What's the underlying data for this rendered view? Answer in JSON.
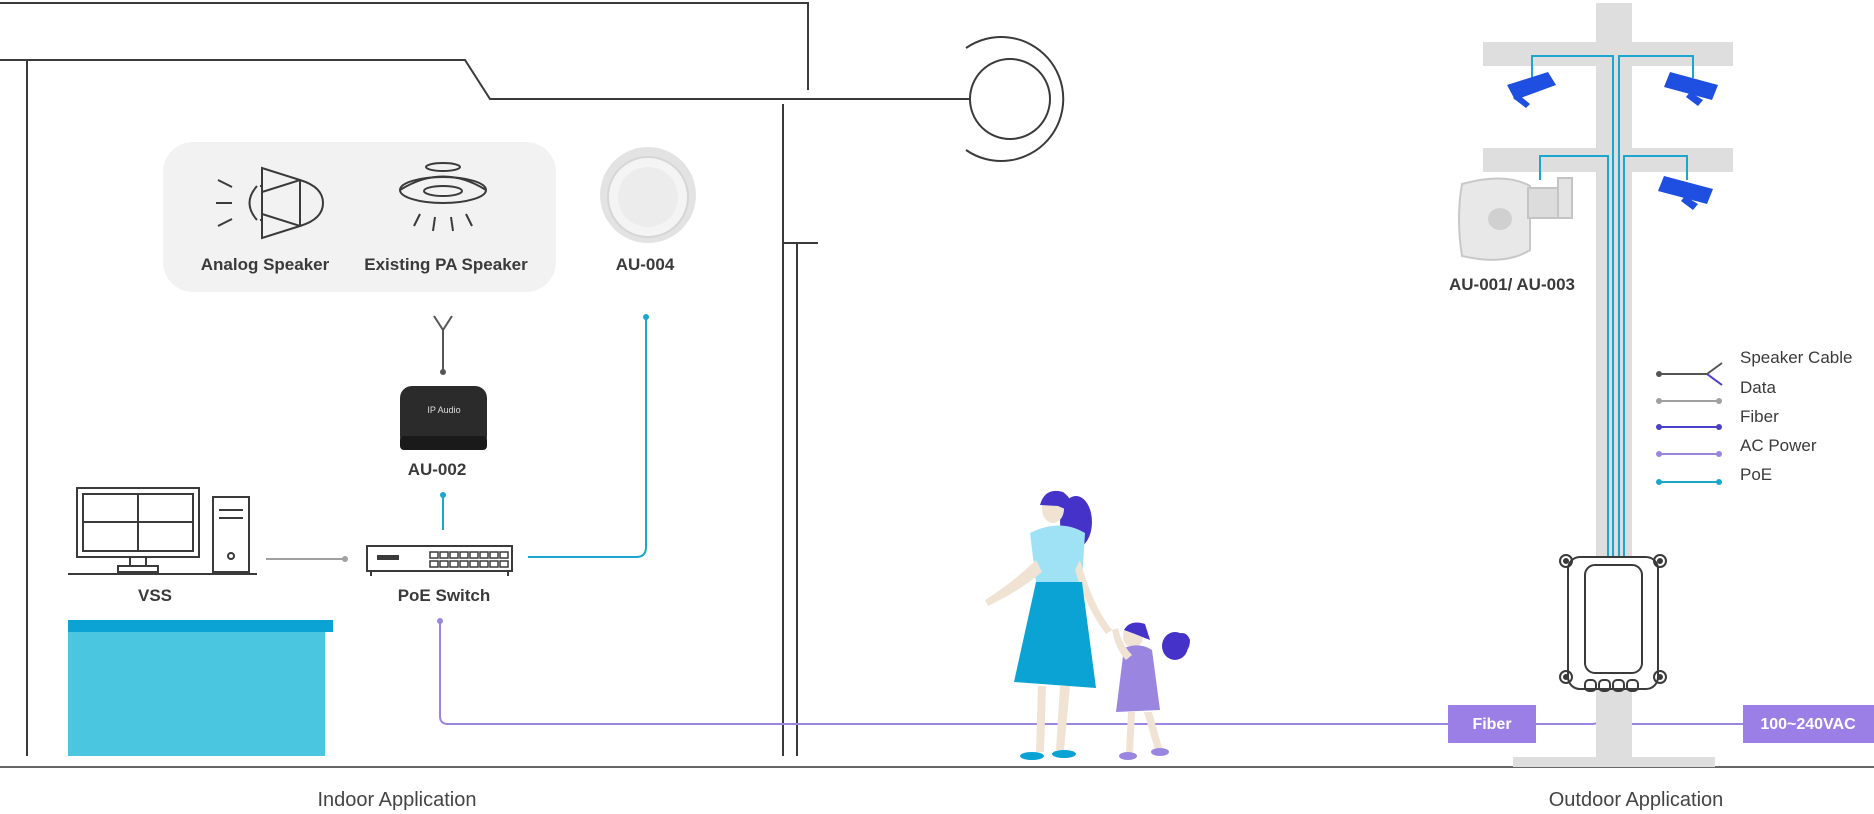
{
  "devices": {
    "analog_speaker": "Analog Speaker",
    "existing_pa_speaker": "Existing PA Speaker",
    "au004": "AU-004",
    "au002": "AU-002",
    "au002_device_text": "IP Audio",
    "vss": "VSS",
    "poe_switch": "PoE Switch",
    "au001_003": "AU-001/ AU-003"
  },
  "tags": {
    "fiber": "Fiber",
    "power": "100~240VAC"
  },
  "legend": [
    {
      "label": "Speaker Cable",
      "color": "#555555"
    },
    {
      "label": "Data",
      "color": "#a0a0a0"
    },
    {
      "label": "Fiber",
      "color": "#4a3fc9"
    },
    {
      "label": "AC Power",
      "color": "#9a86e0"
    },
    {
      "label": "PoE",
      "color": "#1aa6cf"
    }
  ],
  "sections": {
    "indoor": "Indoor Application",
    "outdoor": "Outdoor Application"
  },
  "colors": {
    "poe": "#1aa6cf",
    "fiber_tag": "#9b7fe6",
    "camera": "#1f4fe0",
    "desk": "#4ac6e0"
  }
}
